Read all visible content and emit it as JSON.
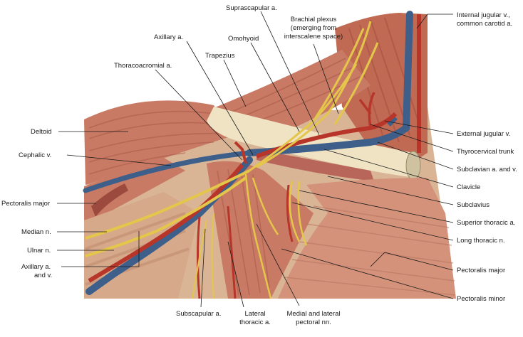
{
  "labels": {
    "suprascapular": "Suprascapular a.",
    "brachial_1": "Brachial plexus",
    "brachial_2": "(emerging from",
    "brachial_3": "interscalene space)",
    "internal_jugular_1": "Internal jugular v.,",
    "internal_jugular_2": "common carotid a.",
    "axillary_a": "Axillary a.",
    "omohyoid": "Omohyoid",
    "trapezius": "Trapezius",
    "thoracoacromial": "Thoracoacromial a.",
    "deltoid": "Deltoid",
    "cephalic": "Cephalic v.",
    "pectoralis_major_left": "Pectoralis major",
    "median": "Median n.",
    "ulnar": "Ulnar n.",
    "axillary_av_1": "Axillary a.",
    "axillary_av_2": "and v.",
    "subscapular": "Subscapular a.",
    "lateral_thoracic_1": "Lateral",
    "lateral_thoracic_2": "thoracic a.",
    "medial_lateral_1": "Medial and lateral",
    "medial_lateral_2": "pectoral nn.",
    "external_jugular": "External jugular v.",
    "thyrocervical": "Thyrocervical trunk",
    "subclavian": "Subclavian a. and v.",
    "clavicle": "Clavicle",
    "subclavius": "Subclavius",
    "superior_thoracic": "Superior thoracic a.",
    "long_thoracic": "Long thoracic n.",
    "pectoralis_major_right": "Pectoralis major",
    "pectoralis_minor": "Pectoralis minor"
  },
  "colors": {
    "muscle": "#c97a64",
    "muscle_dark": "#a85a48",
    "vein": "#3d5f8a",
    "artery": "#b8352a",
    "nerve": "#e3c64a",
    "bone": "#efe3c4",
    "fat": "#e8d7b8"
  }
}
